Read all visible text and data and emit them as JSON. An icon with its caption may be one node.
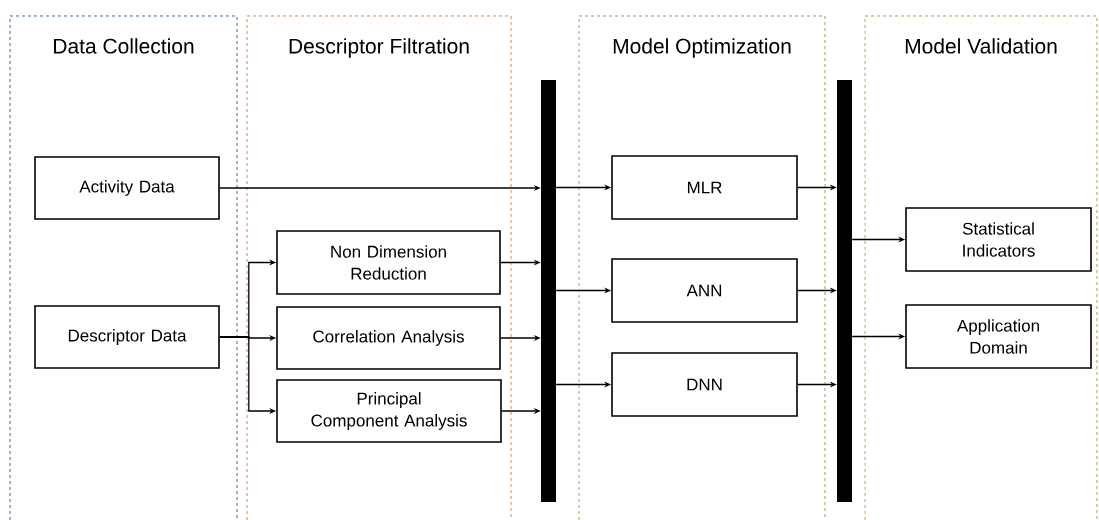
{
  "diagram": {
    "nodes": [
      {
        "text": [
          "Data Collection"
        ]
      },
      {
        "text": [
          "Activity Data"
        ],
        "in": 0
      },
      {
        "text": [
          "Descriptor Data"
        ],
        "in": 0
      },
      {
        "text": [
          "Descriptor Filtration"
        ]
      },
      {
        "text": [
          "Non Dimension Reduction"
        ],
        "in": 3
      },
      {
        "text": [
          "Correlation Analysis"
        ],
        "in": 3
      },
      {
        "text": [
          "Principal Component Analysis"
        ],
        "in": 3
      },
      {
        "text": [],
        "shape": "bar"
      },
      {
        "text": [
          "Model Optimization"
        ]
      },
      {
        "text": [
          "MLR"
        ],
        "in": 8
      },
      {
        "text": [
          "ANN"
        ],
        "in": 8
      },
      {
        "text": [
          "DNN"
        ],
        "in": 8
      },
      {
        "text": [],
        "shape": "bar"
      },
      {
        "text": [
          "Model Validation"
        ]
      },
      {
        "text": [
          "Statistical Indicators"
        ],
        "in": 13
      },
      {
        "text": [
          "Application Domain"
        ],
        "in": 13
      }
    ],
    "edges": [
      {
        "from": 1,
        "to": 7,
        "arrow": "to"
      },
      {
        "from": 2,
        "to": 4,
        "arrow": "to"
      },
      {
        "from": 2,
        "to": 5,
        "arrow": "to"
      },
      {
        "from": 2,
        "to": 6,
        "arrow": "to"
      },
      {
        "from": 4,
        "to": 7,
        "arrow": "to"
      },
      {
        "from": 5,
        "to": 7,
        "arrow": "to"
      },
      {
        "from": 6,
        "to": 7,
        "arrow": "to"
      },
      {
        "from": 7,
        "to": 9,
        "arrow": "to"
      },
      {
        "from": 7,
        "to": 10,
        "arrow": "to"
      },
      {
        "from": 7,
        "to": 11,
        "arrow": "to"
      },
      {
        "from": 9,
        "to": 12,
        "arrow": "to"
      },
      {
        "from": 10,
        "to": 12,
        "arrow": "to"
      },
      {
        "from": 11,
        "to": 12,
        "arrow": "to"
      },
      {
        "from": 12,
        "to": 14,
        "arrow": "to"
      },
      {
        "from": 12,
        "to": 15,
        "arrow": "to"
      }
    ]
  }
}
